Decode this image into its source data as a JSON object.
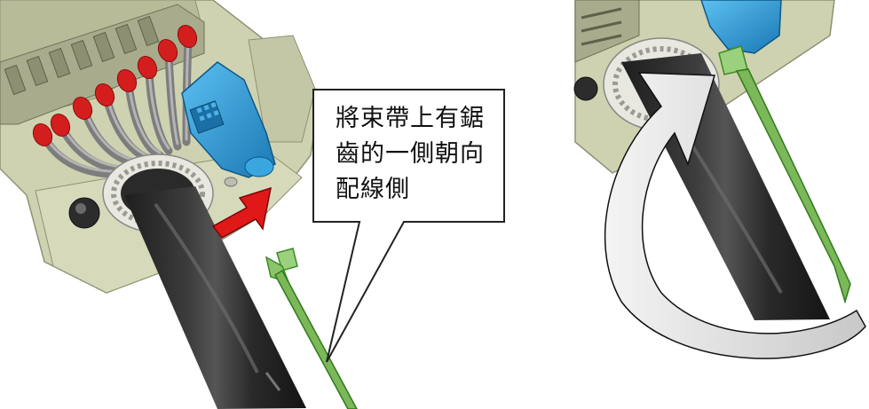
{
  "callout": {
    "line1": "將束帶上有鋸",
    "line2": "齒的一側朝向",
    "line3": "配線側"
  },
  "colors": {
    "housing": "#c8cca8",
    "housing_dark": "#9ea080",
    "wire_gray": "#8a8a8a",
    "terminal_red": "#d42020",
    "connector_blue": "#2a9ad4",
    "cable_black": "#2a2a2a",
    "tie_green": "#6ab04a",
    "arrow_red": "#e01818",
    "rotate_arrow_fill": "#dcdcdc"
  },
  "icons": [
    "push-arrow-icon",
    "rotate-arrow-icon"
  ]
}
